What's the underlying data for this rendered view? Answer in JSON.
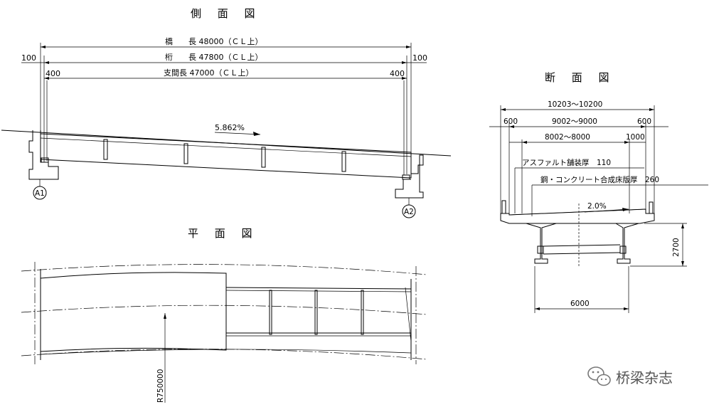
{
  "side_view": {
    "title": "側 面 図",
    "bridge_length": "橋　　長 48000（ＣＬ上）",
    "girder_length": "桁　　長 47800（ＣＬ上）",
    "span_length": "支間長 47000（ＣＬ上）",
    "left_100": "100",
    "right_100": "100",
    "left_400": "400",
    "right_400": "400",
    "grade": "5.862%",
    "abutment_a1": "A1",
    "abutment_a2": "A2"
  },
  "plan_view": {
    "title": "平 面 図",
    "radius": "R750000"
  },
  "section_view": {
    "title": "断 面 図",
    "overall_width": "10203～10200",
    "left_600": "600",
    "right_600": "600",
    "mid_width": "9002～9000",
    "carriage_width": "8002～8000",
    "right_1000": "1000",
    "asphalt": "アスファルト舗装厚　110",
    "slab": "鋼・コンクリート合成床版厚　260",
    "crossfall": "2.0%",
    "height": "2700",
    "girder_spacing": "6000"
  },
  "watermark": {
    "text": "桥梁杂志",
    "icon": "wechat-icon"
  }
}
